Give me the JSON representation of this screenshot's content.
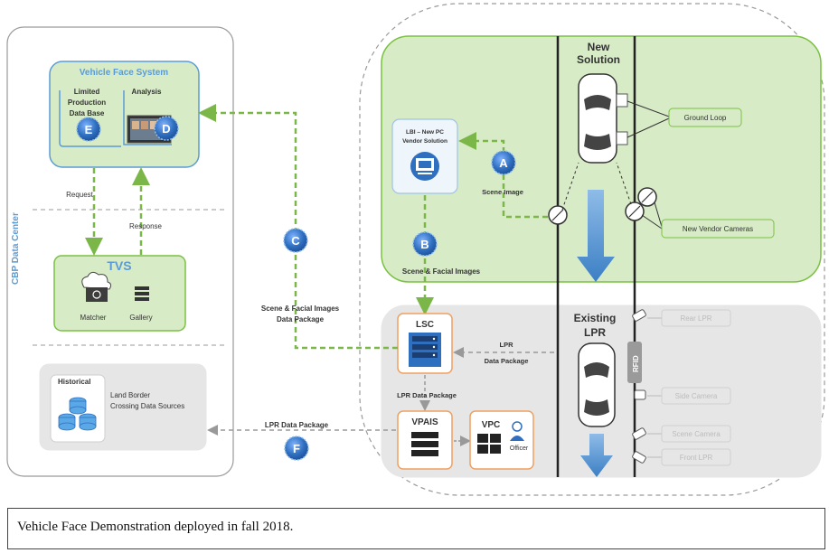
{
  "caption": "Vehicle Face Demonstration deployed in fall 2018.",
  "cbp": {
    "side_label": "CBP Data Center",
    "vfs_title": "Vehicle Face System",
    "limited_db": [
      "Limited",
      "Production",
      "Data Base"
    ],
    "analysis": "Analysis",
    "request": "Request",
    "response": "Response",
    "tvs_title": "TVS",
    "matcher": "Matcher",
    "gallery": "Gallery",
    "historical": "Historical",
    "land_border": [
      "Land Border",
      "Crossing Data Sources"
    ]
  },
  "flows": {
    "scene_facial_pkg": [
      "Scene & Facial Images",
      "Data Package"
    ],
    "lpr_pkg_left": "LPR Data Package",
    "lpr_pkg_mid": "LPR Data Package",
    "lpr_pkg_right": [
      "LPR",
      "Data Package"
    ],
    "scene_image": "Scene Image",
    "scene_facial": "Scene & Facial Images"
  },
  "site": {
    "new_solution": [
      "New",
      "Solution"
    ],
    "lbi": [
      "LBI – New PC",
      "Vendor Solution"
    ],
    "ground_loop": "Ground Loop",
    "new_vendor_cameras": "New Vendor Cameras",
    "existing_lpr": [
      "Existing",
      "LPR"
    ],
    "lsc": "LSC",
    "vpais": "VPAIS",
    "vpc": "VPC",
    "officer": "Officer",
    "rear_lpr": "Rear LPR",
    "side_camera": "Side Camera",
    "scene_camera": "Scene Camera",
    "front_lpr": "Front LPR",
    "rfid": "RFID"
  },
  "badges": {
    "a": "A",
    "b": "B",
    "c": "C",
    "d": "D",
    "e": "E",
    "f": "F"
  },
  "colors": {
    "green_fill": "#d7ebc6",
    "green_border": "#7ac142",
    "blue_label": "#5b9bd5",
    "gray_fill": "#e6e6e6",
    "orange_border": "#f0a060",
    "badge_blue": "#2f6fc0",
    "arrow_green": "#7ab648",
    "arrow_blue": "#5b9bd5"
  }
}
